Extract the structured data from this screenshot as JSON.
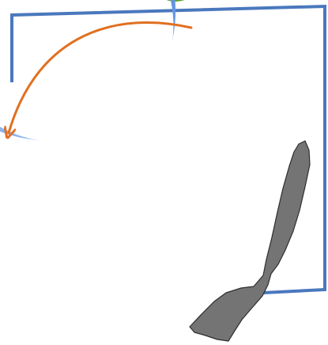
{
  "diagram": {
    "colors": {
      "frame": "#4a78bd",
      "arc_dark": "#3a78d2",
      "arc_light": "#8fb6f2",
      "arrow": "#e07020",
      "blob": "#747474",
      "blob_outline": "#2e2e2e",
      "top_ellipse": "#5aa02c"
    },
    "elements": [
      "frame-bracket",
      "gradient-ring-arc",
      "orange-curved-arrow",
      "gray-rock-shape"
    ]
  }
}
